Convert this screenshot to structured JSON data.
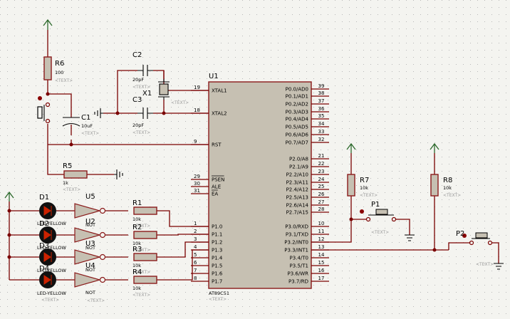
{
  "colors": {
    "background": "#f4f4f0",
    "grid_dot": "#b8b8b8",
    "wire": "#7a0000",
    "component_body": "#c6c0b2",
    "component_outline": "#8a1a1a",
    "power_terminal": "#2d6a2d",
    "led_fill": "#111111",
    "led_accent": "#cc2200"
  },
  "chip": {
    "ref": "U1",
    "part": "AT89C51",
    "text": "<TEXT>",
    "left_pins": [
      {
        "num": "19",
        "name": "XTAL1"
      },
      {
        "num": "18",
        "name": "XTAL2"
      },
      {
        "num": "9",
        "name": "RST"
      },
      {
        "num": "29",
        "name": "PSEN"
      },
      {
        "num": "30",
        "name": "ALE"
      },
      {
        "num": "31",
        "name": "EA"
      },
      {
        "num": "1",
        "name": "P1.0"
      },
      {
        "num": "2",
        "name": "P1.1"
      },
      {
        "num": "3",
        "name": "P1.2"
      },
      {
        "num": "4",
        "name": "P1.3"
      },
      {
        "num": "5",
        "name": "P1.4"
      },
      {
        "num": "6",
        "name": "P1.5"
      },
      {
        "num": "7",
        "name": "P1.6"
      },
      {
        "num": "8",
        "name": "P1.7"
      }
    ],
    "right_pins": [
      {
        "num": "39",
        "name": "P0.0/AD0"
      },
      {
        "num": "38",
        "name": "P0.1/AD1"
      },
      {
        "num": "37",
        "name": "P0.2/AD2"
      },
      {
        "num": "36",
        "name": "P0.3/AD3"
      },
      {
        "num": "35",
        "name": "P0.4/AD4"
      },
      {
        "num": "34",
        "name": "P0.5/AD5"
      },
      {
        "num": "33",
        "name": "P0.6/AD6"
      },
      {
        "num": "32",
        "name": "P0.7/AD7"
      },
      {
        "num": "21",
        "name": "P2.0/A8"
      },
      {
        "num": "22",
        "name": "P2.1/A9"
      },
      {
        "num": "23",
        "name": "P2.2/A10"
      },
      {
        "num": "24",
        "name": "P2.3/A11"
      },
      {
        "num": "25",
        "name": "P2.4/A12"
      },
      {
        "num": "26",
        "name": "P2.5/A13"
      },
      {
        "num": "27",
        "name": "P2.6/A14"
      },
      {
        "num": "28",
        "name": "P2.7/A15"
      },
      {
        "num": "10",
        "name": "P3.0/RXD"
      },
      {
        "num": "11",
        "name": "P3.1/TXD"
      },
      {
        "num": "12",
        "name": "P3.2/INT0"
      },
      {
        "num": "13",
        "name": "P3.3/INT1"
      },
      {
        "num": "14",
        "name": "P3.4/T0"
      },
      {
        "num": "15",
        "name": "P3.5/T1"
      },
      {
        "num": "16",
        "name": "P3.6/WR"
      },
      {
        "num": "17",
        "name": "P3.7/RD"
      }
    ]
  },
  "components": {
    "r6": {
      "ref": "R6",
      "value": "100",
      "text": "<TEXT>"
    },
    "c1": {
      "ref": "C1",
      "value": "10uF",
      "text": "<TEXT>"
    },
    "c2": {
      "ref": "C2",
      "value": "20pF",
      "text": "<TEXT>"
    },
    "c3": {
      "ref": "C3",
      "value": "20pF",
      "text": "<TEXT>"
    },
    "x1": {
      "ref": "X1",
      "text": "<TEXT>"
    },
    "r5": {
      "ref": "R5",
      "value": "1k",
      "text": "<TEXT>"
    },
    "r7": {
      "ref": "R7",
      "value": "10k",
      "text": "<TEXT>"
    },
    "r8": {
      "ref": "R8",
      "value": "10k",
      "text": "<TEXT>"
    },
    "p1": {
      "ref": "P1",
      "text": "<TEXT>"
    },
    "p2": {
      "ref": "P2",
      "text": "<TEXT>"
    },
    "d1": {
      "ref": "D1",
      "value": "LED-YELLOW",
      "text": "<TEXT>"
    },
    "d2": {
      "ref": "D2",
      "value": "LED-YELLOW",
      "text": "<TEXT>"
    },
    "d3": {
      "ref": "D3",
      "value": "LED-YELLOW",
      "text": "<TEXT>"
    },
    "d4": {
      "ref": "D4",
      "value": "LED-YELLOW",
      "text": "<TEXT>"
    },
    "u2": {
      "ref": "U2",
      "value": "NOT",
      "text": "<TEXT>"
    },
    "u3": {
      "ref": "U3",
      "value": "NOT",
      "text": "<TEXT>"
    },
    "u4": {
      "ref": "U4",
      "value": "NOT",
      "text": "<TEXT>"
    },
    "u5": {
      "ref": "U5",
      "value": "NOT",
      "text": "<TEXT>"
    },
    "r1": {
      "ref": "R1",
      "value": "10k",
      "text": "<TEXT>"
    },
    "r2": {
      "ref": "R2",
      "value": "10k",
      "text": "<TEXT>"
    },
    "r3": {
      "ref": "R3",
      "value": "10k",
      "text": "<TEXT>"
    },
    "r4": {
      "ref": "R4",
      "value": "10k",
      "text": "<TEXT>"
    }
  }
}
